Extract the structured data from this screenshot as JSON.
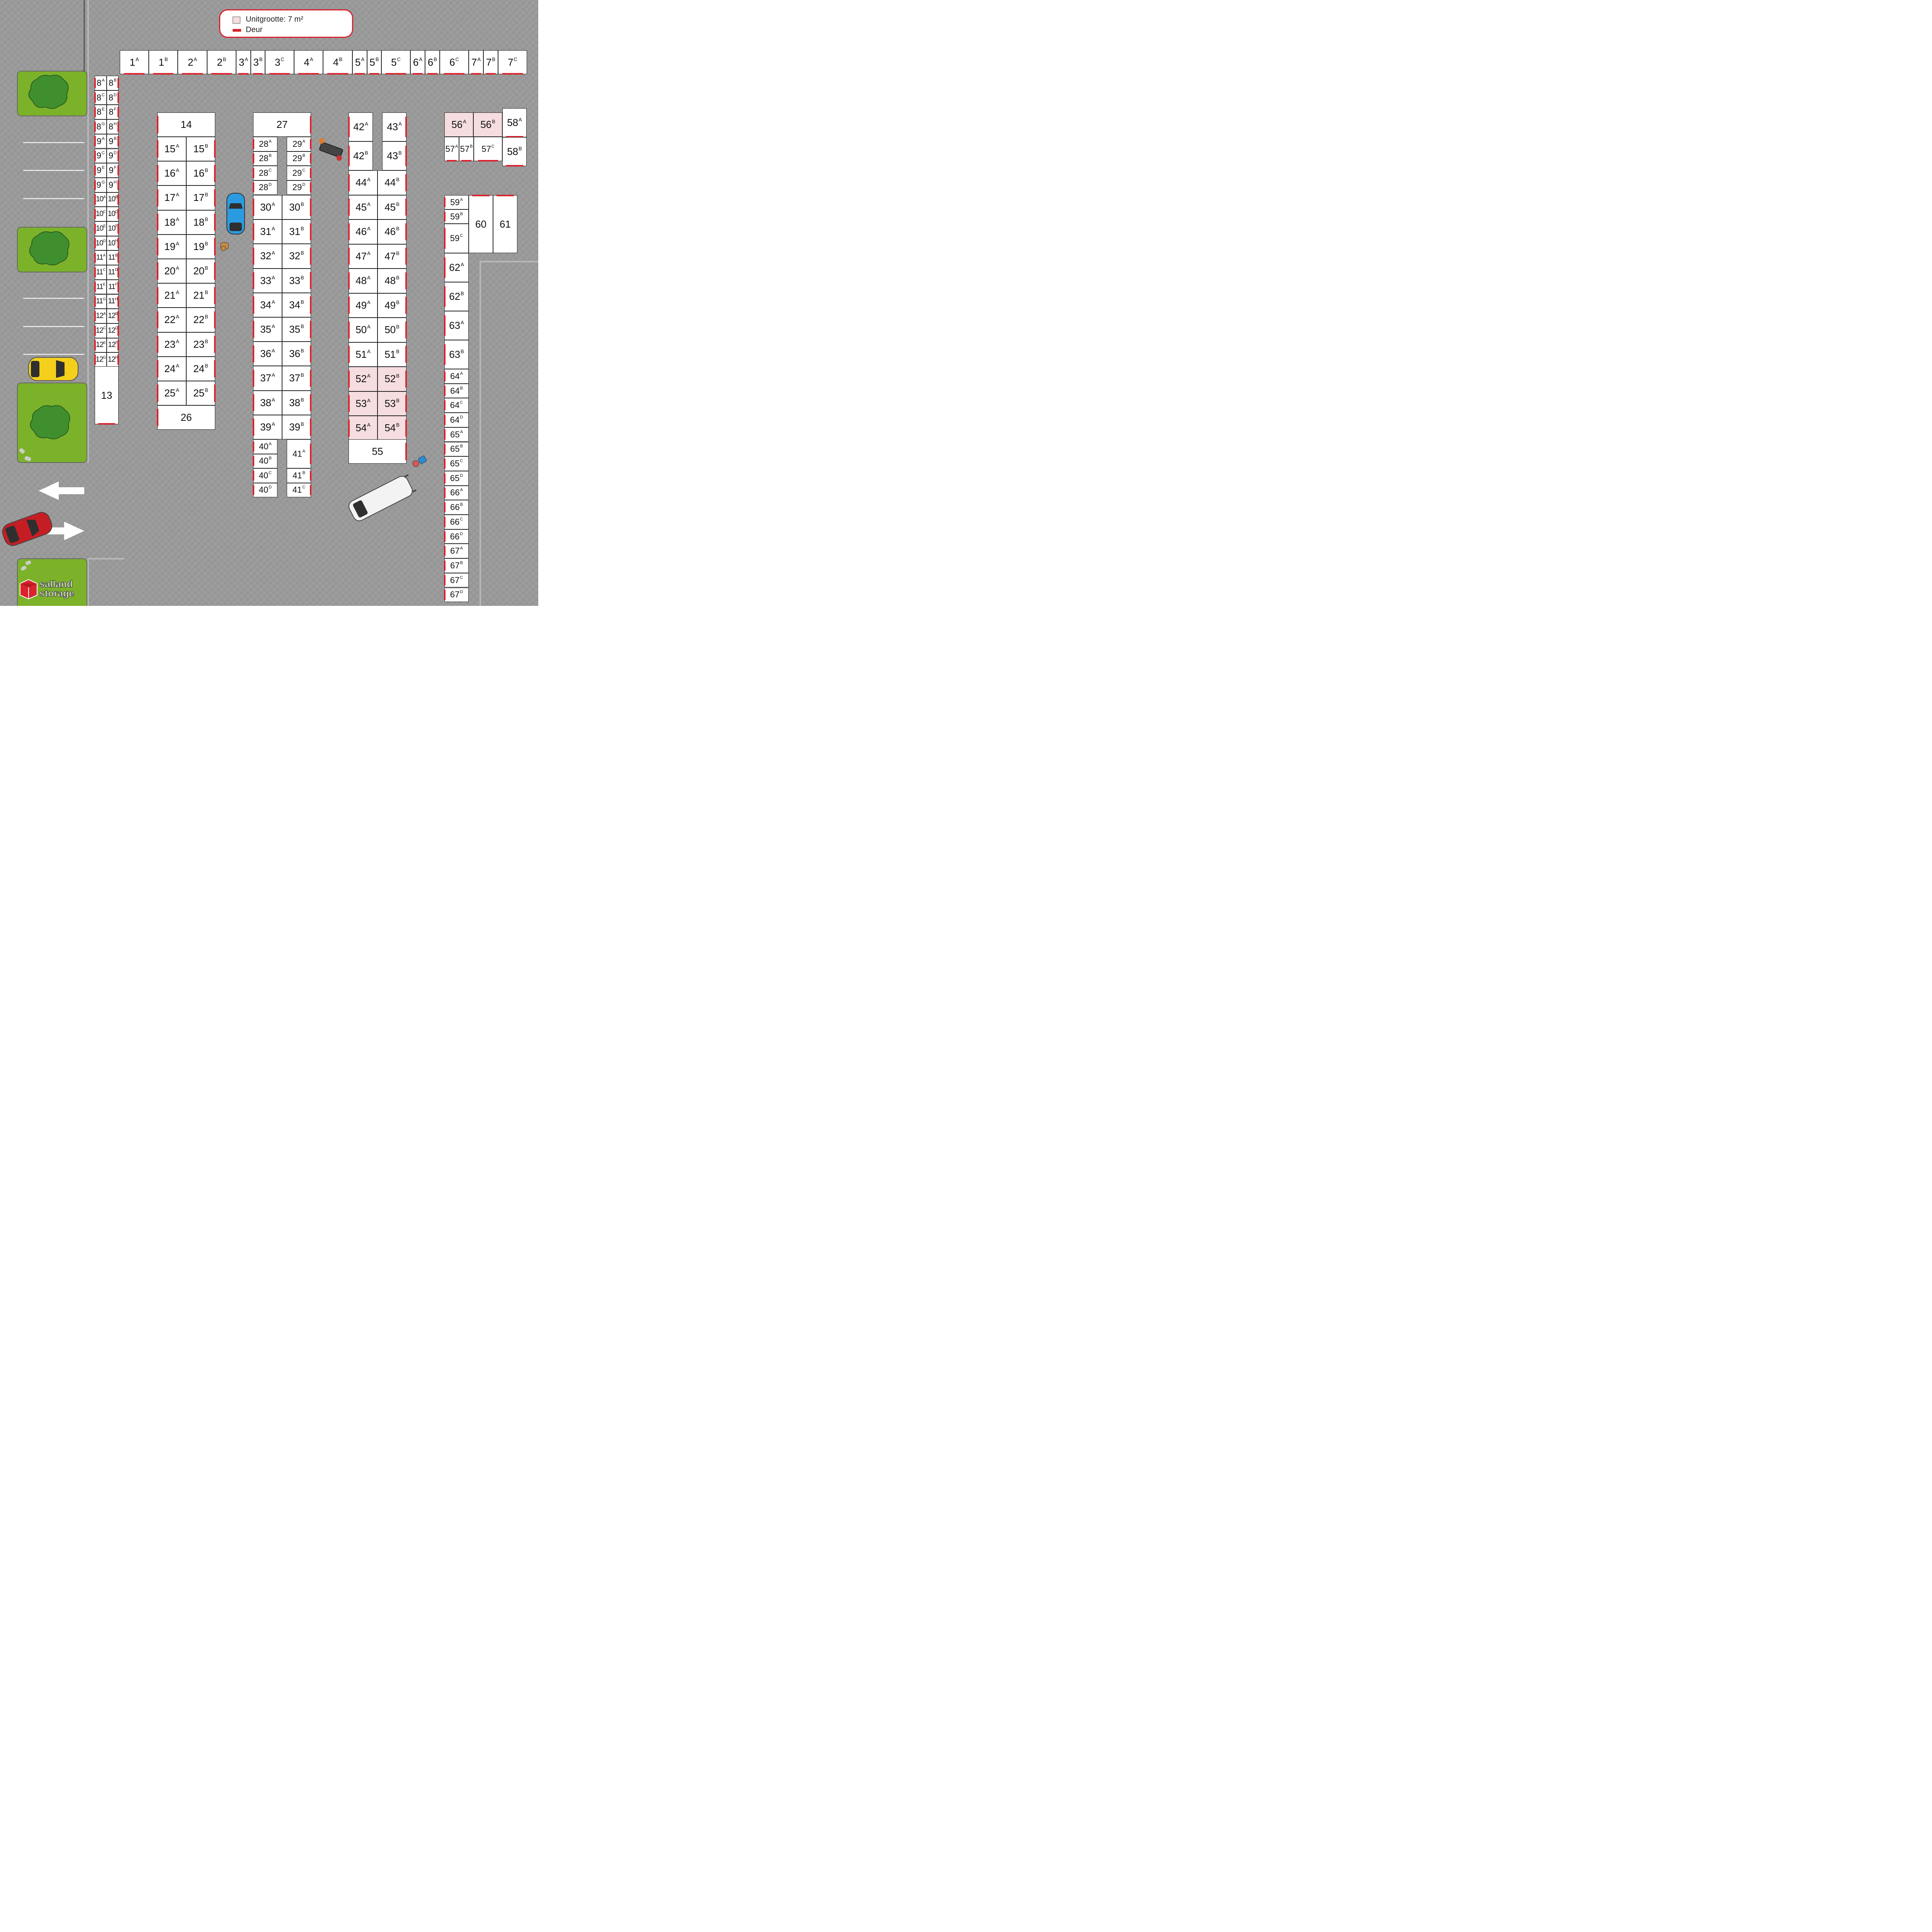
{
  "legend": {
    "unit_size": "Unitgrootte: 7 m²",
    "door": "Deur"
  },
  "colors": {
    "door": "#d9232d",
    "unit_7m2": "#f6dde0",
    "grass": "#7cb22a",
    "road": "#9a9a9a"
  },
  "brand": {
    "line1": "salland",
    "line2": "storage"
  },
  "units": [
    "1A",
    "1B",
    "2A",
    "2B",
    "3A",
    "3B",
    "3C",
    "4A",
    "4B",
    "5A",
    "5B",
    "5C",
    "6A",
    "6B",
    "6C",
    "7A",
    "7B",
    "7C",
    "8A",
    "8B",
    "8C",
    "8D",
    "8E",
    "8F",
    "8G",
    "8H",
    "9A",
    "9B",
    "9C",
    "9D",
    "9E",
    "9F",
    "9G",
    "9H",
    "10A",
    "10B",
    "10C",
    "10D",
    "10E",
    "10F",
    "10G",
    "10H",
    "11A",
    "11B",
    "11C",
    "11D",
    "11E",
    "11F",
    "11G",
    "11H",
    "12A",
    "12B",
    "12C",
    "12D",
    "12E",
    "12F",
    "12G",
    "12H",
    "13",
    "14",
    "15A",
    "15B",
    "16A",
    "16B",
    "17A",
    "17B",
    "18A",
    "18B",
    "19A",
    "19B",
    "20A",
    "20B",
    "21A",
    "21B",
    "22A",
    "22B",
    "23A",
    "23B",
    "24A",
    "24B",
    "25A",
    "25B",
    "26",
    "27",
    "28A",
    "28B",
    "28C",
    "28D",
    "29A",
    "29B",
    "29C",
    "29D",
    "30A",
    "30B",
    "31A",
    "31B",
    "32A",
    "32B",
    "33A",
    "33B",
    "34A",
    "34B",
    "35A",
    "35B",
    "36A",
    "36B",
    "37A",
    "37B",
    "38A",
    "38B",
    "39A",
    "39B",
    "40A",
    "40B",
    "40C",
    "40D",
    "41A",
    "41B",
    "41C",
    "42A",
    "42B",
    "43A",
    "43B",
    "44A",
    "44B",
    "45A",
    "45B",
    "46A",
    "46B",
    "47A",
    "47B",
    "48A",
    "48B",
    "49A",
    "49B",
    "50A",
    "50B",
    "51A",
    "51B",
    "52A",
    "52B",
    "53A",
    "53B",
    "54A",
    "54B",
    "55",
    "56A",
    "56B",
    "57A",
    "57B",
    "57C",
    "58A",
    "58B",
    "59A",
    "59B",
    "59C",
    "60",
    "61",
    "62A",
    "62B",
    "63A",
    "63B",
    "64A",
    "64B",
    "64C",
    "64D",
    "65A",
    "65B",
    "65C",
    "65D",
    "66A",
    "66B",
    "66C",
    "66D",
    "67A",
    "67B",
    "67C",
    "67D"
  ],
  "units_7m2": [
    "52A",
    "52B",
    "53A",
    "53B",
    "54A",
    "54B",
    "56A",
    "56B"
  ]
}
